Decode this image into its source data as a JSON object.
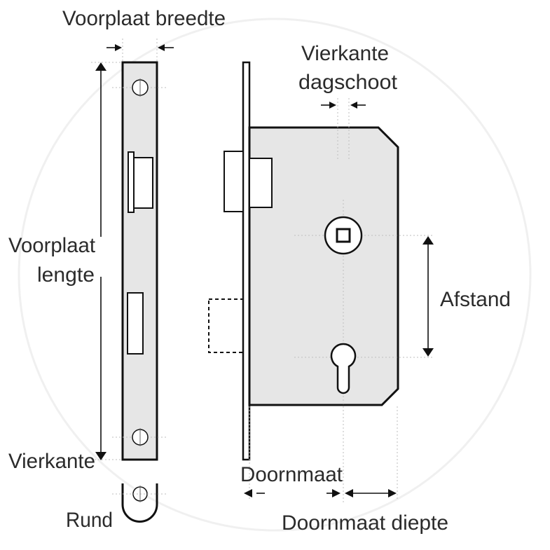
{
  "labels": {
    "voorplaat_breedte": "Voorplaat breedte",
    "vierkante_dagschoot_1": "Vierkante",
    "vierkante_dagschoot_2": "dagschoot",
    "voorplaat_lengte_1": "Voorplaat",
    "voorplaat_lengte_2": "lengte",
    "afstand": "Afstand",
    "vierkante": "Vierkante",
    "rund": "Rund",
    "doornmaat": "Doornmaat",
    "doornmaat_diepte": "Doornmaat diepte"
  },
  "colors": {
    "plate_fill": "#e6e6e6",
    "outline": "#111111",
    "label": "#2b2b2b"
  }
}
